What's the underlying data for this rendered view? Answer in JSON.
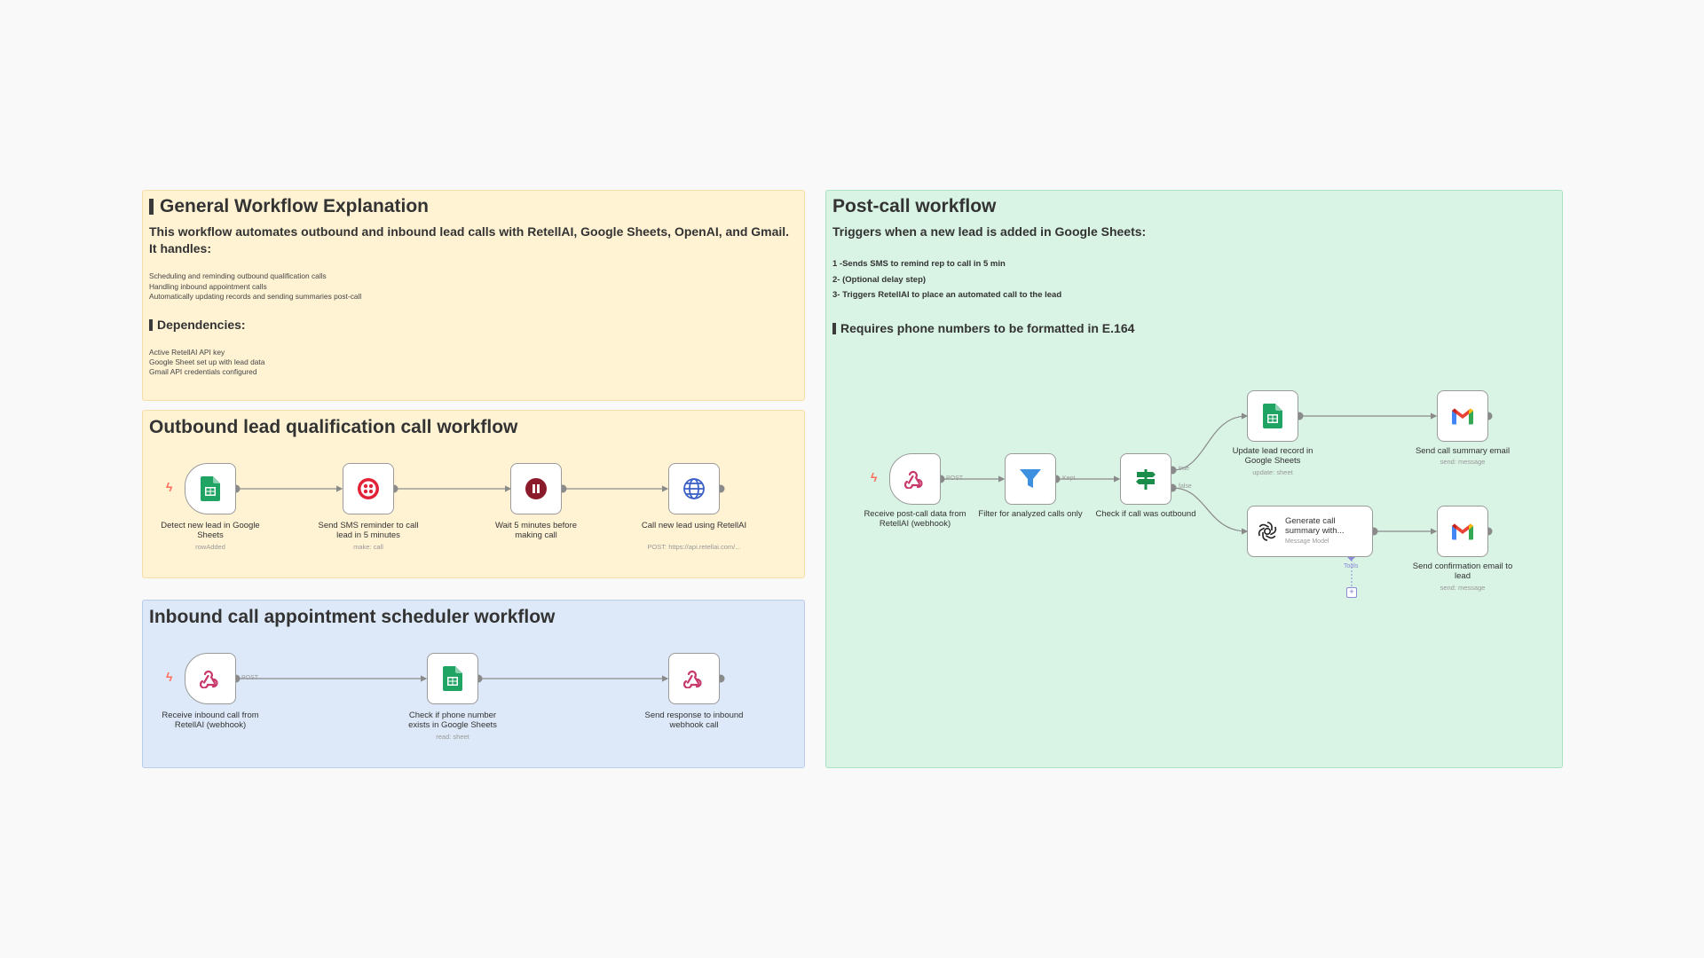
{
  "notes": {
    "general": {
      "title": "General Workflow Explanation",
      "intro": "This workflow automates outbound and inbound lead calls with RetellAI, Google Sheets, OpenAI, and Gmail. It handles:",
      "handles": [
        "Scheduling and reminding outbound qualification calls",
        "Handling inbound appointment calls",
        "Automatically updating records and sending summaries post-call"
      ],
      "deps_title": "Dependencies:",
      "deps": [
        "Active RetellAI API key",
        "Google Sheet set up with lead data",
        "Gmail API credentials configured"
      ]
    },
    "outbound": {
      "title": "Outbound lead qualification call workflow"
    },
    "inbound": {
      "title": "Inbound call appointment scheduler workflow"
    },
    "postcall": {
      "title": "Post-call workflow",
      "intro": "Triggers when a new lead is added in Google Sheets:",
      "steps": [
        "1 -Sends SMS to remind rep to call in 5 min",
        "2- (Optional delay step)",
        "3- Triggers RetellAI to place an automated call to the lead"
      ],
      "requirement": "Requires phone numbers to be formatted in E.164"
    }
  },
  "nodes": {
    "out_detect": {
      "label": "Detect new lead in Google Sheets",
      "sub": "rowAdded",
      "icon": "google-sheets-icon"
    },
    "out_sms": {
      "label": "Send SMS reminder to call lead in 5 minutes",
      "sub": "make: call",
      "icon": "twilio-icon"
    },
    "out_wait": {
      "label": "Wait 5 minutes before making call",
      "sub": "",
      "icon": "pause-icon"
    },
    "out_call": {
      "label": "Call new lead using RetellAI",
      "sub": "POST: https://api.retellai.com/...",
      "icon": "globe-icon"
    },
    "in_receive": {
      "label": "Receive inbound call from RetellAI (webhook)",
      "sub": "",
      "icon": "webhook-icon"
    },
    "in_check": {
      "label": "Check if phone number exists in Google Sheets",
      "sub": "read: sheet",
      "icon": "google-sheets-icon"
    },
    "in_respond": {
      "label": "Send response to inbound webhook call",
      "sub": "",
      "icon": "webhook-icon"
    },
    "pc_receive": {
      "label": "Receive post-call data from RetellAI (webhook)",
      "sub": "",
      "icon": "webhook-icon"
    },
    "pc_filter": {
      "label": "Filter for analyzed calls only",
      "sub": "",
      "icon": "filter-icon"
    },
    "pc_if": {
      "label": "Check if call was outbound",
      "sub": "",
      "icon": "if-signpost-icon"
    },
    "pc_update": {
      "label": "Update lead record in Google Sheets",
      "sub": "update: sheet",
      "icon": "google-sheets-icon"
    },
    "pc_summary_email": {
      "label": "Send call summary email",
      "sub": "send: message",
      "icon": "gmail-icon"
    },
    "pc_generate": {
      "label": "Generate call summary with...",
      "sub": "Message Model",
      "icon": "openai-icon"
    },
    "pc_confirm_email": {
      "label": "Send confirmation email to lead",
      "sub": "send: message",
      "icon": "gmail-icon"
    }
  },
  "edges": {
    "post": "POST",
    "kept": "Kept",
    "true": "true",
    "false": "false",
    "tools": "Tools"
  },
  "colors": {
    "yellow_note": "#fff3d4",
    "blue_note": "#dde9f8",
    "green_note": "#d9f3e5",
    "trigger_bolt": "#ff6d5a",
    "wire": "#8a8a8a"
  }
}
